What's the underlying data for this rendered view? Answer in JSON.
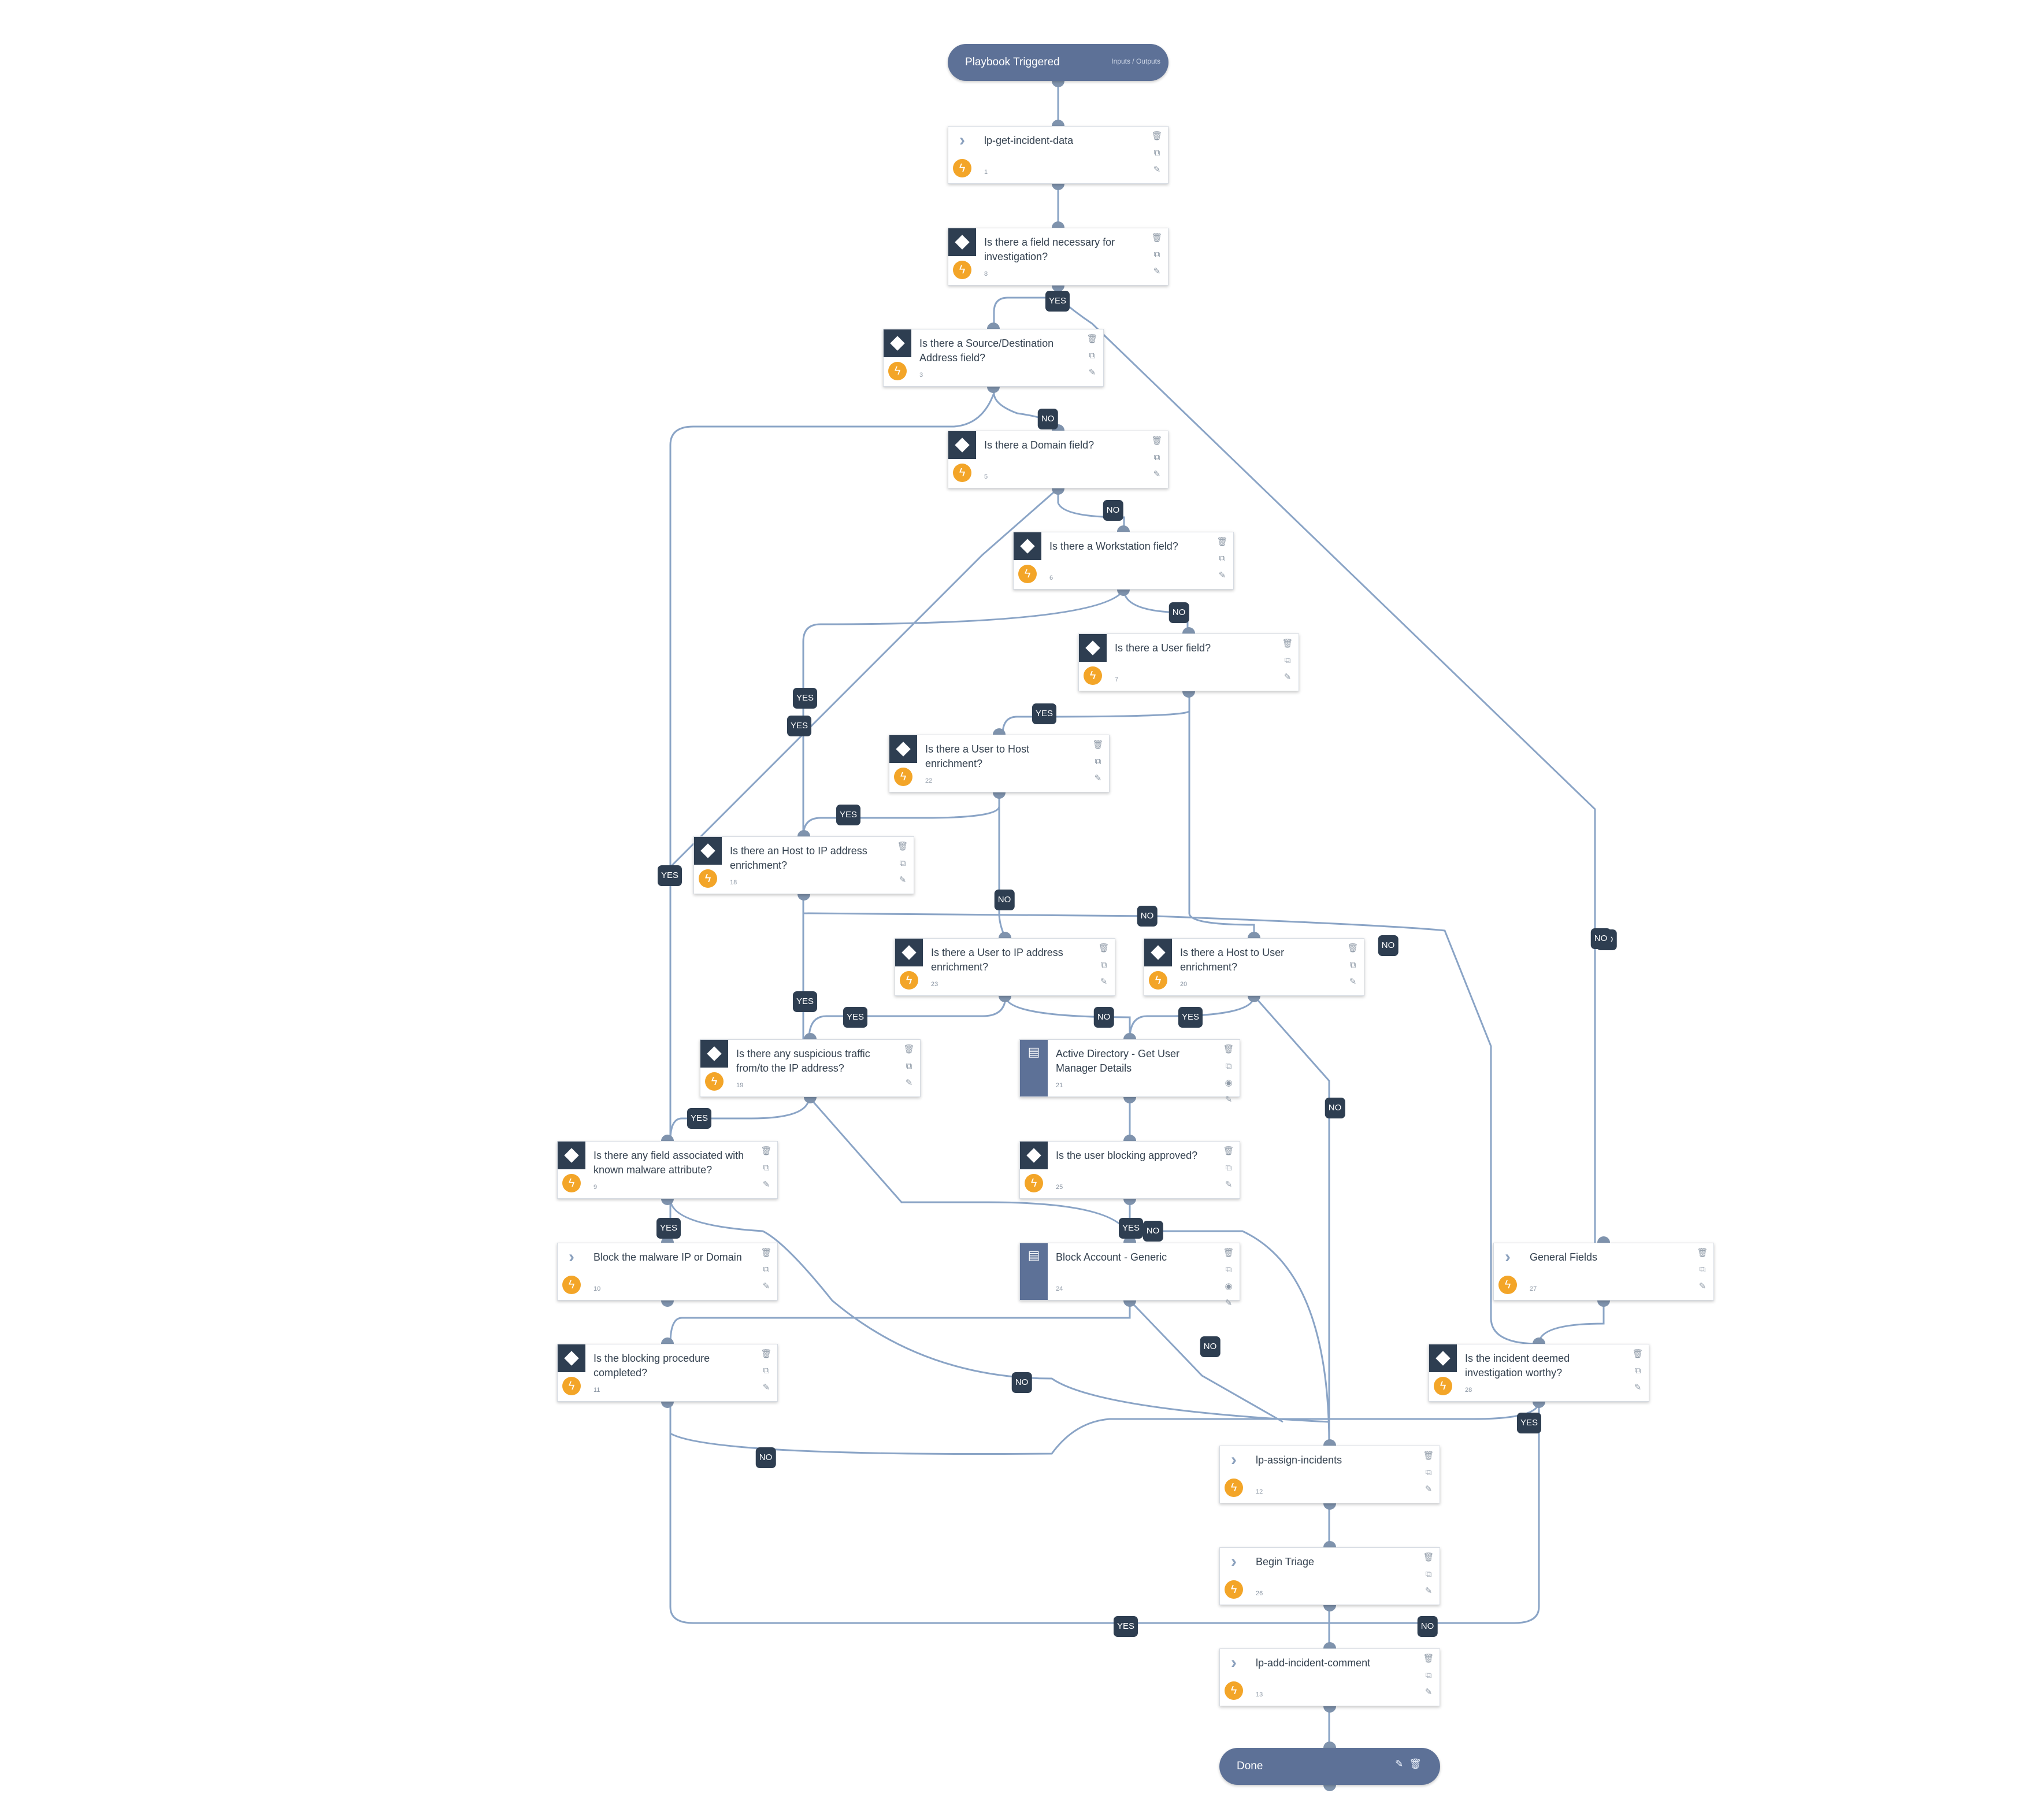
{
  "start": {
    "title": "Playbook Triggered",
    "io_link": "Inputs / Outputs"
  },
  "end": {
    "title": "Done",
    "edit_icon": "edit-icon",
    "delete_icon": "trash-icon"
  },
  "tasks": [
    {
      "id": "1",
      "name": "lp-get-incident-data",
      "type": "regular"
    },
    {
      "id": "8",
      "name": "Is there a field necessary for investigation?",
      "type": "condition"
    },
    {
      "id": "3",
      "name": "Is there a Source/Destination Address field?",
      "type": "condition"
    },
    {
      "id": "5",
      "name": "Is there a Domain field?",
      "type": "condition"
    },
    {
      "id": "6",
      "name": "Is there a Workstation field?",
      "type": "condition"
    },
    {
      "id": "7",
      "name": "Is there a User field?",
      "type": "condition"
    },
    {
      "id": "22",
      "name": "Is there a User to Host enrichment?",
      "type": "condition"
    },
    {
      "id": "18",
      "name": "Is there an Host to IP address enrichment?",
      "type": "condition"
    },
    {
      "id": "23",
      "name": "Is there a User to IP address enrichment?",
      "type": "condition"
    },
    {
      "id": "20",
      "name": "Is there a Host to User enrichment?",
      "type": "condition"
    },
    {
      "id": "19",
      "name": "Is there any suspicious traffic from/to the IP address?",
      "type": "condition"
    },
    {
      "id": "21",
      "name": "Active Directory - Get User Manager Details",
      "type": "playbook"
    },
    {
      "id": "9",
      "name": "Is there any field associated with known malware attribute?",
      "type": "condition"
    },
    {
      "id": "25",
      "name": "Is the user blocking approved?",
      "type": "condition"
    },
    {
      "id": "10",
      "name": "Block the malware IP or Domain",
      "type": "regular"
    },
    {
      "id": "24",
      "name": "Block Account - Generic",
      "type": "playbook"
    },
    {
      "id": "27",
      "name": "General Fields",
      "type": "regular"
    },
    {
      "id": "11",
      "name": "Is the blocking procedure completed?",
      "type": "condition"
    },
    {
      "id": "28",
      "name": "Is the incident deemed investigation worthy?",
      "type": "condition"
    },
    {
      "id": "12",
      "name": "lp-assign-incidents",
      "type": "regular"
    },
    {
      "id": "26",
      "name": "Begin Triage",
      "type": "regular"
    },
    {
      "id": "13",
      "name": "lp-add-incident-comment",
      "type": "regular"
    }
  ],
  "branch_labels": [
    {
      "text": "YES"
    },
    {
      "text": "NO"
    },
    {
      "text": "NO"
    },
    {
      "text": "NO"
    },
    {
      "text": "YES"
    },
    {
      "text": "YES"
    },
    {
      "text": "YES"
    },
    {
      "text": "YES"
    },
    {
      "text": "YES"
    },
    {
      "text": "NO"
    },
    {
      "text": "NO"
    },
    {
      "text": "NO"
    },
    {
      "text": "NO"
    },
    {
      "text": "YES"
    },
    {
      "text": "YES"
    },
    {
      "text": "NO"
    },
    {
      "text": "YES"
    },
    {
      "text": "NO"
    },
    {
      "text": "YES"
    },
    {
      "text": "YES"
    },
    {
      "text": "YES"
    },
    {
      "text": "NO"
    },
    {
      "text": "NO"
    },
    {
      "text": "NO"
    },
    {
      "text": "NO"
    },
    {
      "text": "YES"
    },
    {
      "text": "YES"
    },
    {
      "text": "NO"
    },
    {
      "text": "NO"
    }
  ],
  "icons": {
    "regular": "chevron-right-icon",
    "condition": "diamond-icon",
    "playbook": "book-icon",
    "automation": "lightning-icon",
    "delete": "trash-icon",
    "duplicate": "copy-icon",
    "edit": "edit-icon",
    "view": "eye-icon"
  },
  "colors": {
    "node_header": "#2e3e51",
    "pill": "#5d7197",
    "edge": "#8aa4c6",
    "automation": "#f3a528"
  }
}
